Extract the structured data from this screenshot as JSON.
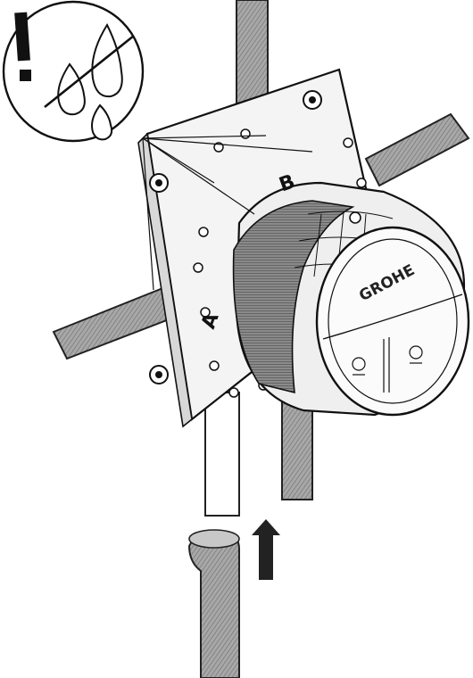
{
  "labels": {
    "port_a": "A",
    "port_b": "B",
    "brand": "GROHE"
  },
  "icons": {
    "warning": "leak-warning-icon",
    "flow": "flow-direction-arrow-icon"
  },
  "colors": {
    "pipe": "#9a9a9a",
    "pipe_dark": "#6f6f6f",
    "ink": "#111111",
    "paper": "#ffffff",
    "body_light": "#e9e9e9"
  }
}
